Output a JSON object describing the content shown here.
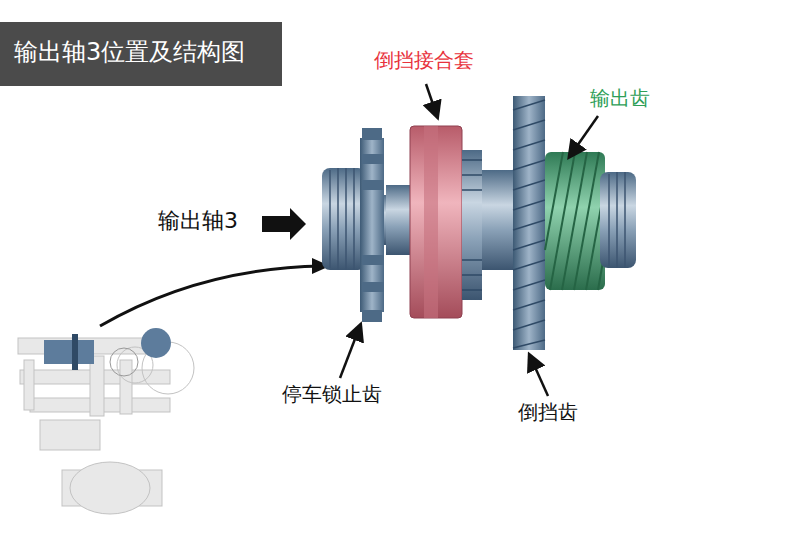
{
  "diagram": {
    "title": "输出轴3位置及结构图",
    "labels": [
      "倒挡接合套",
      "输出齿",
      "输出轴3",
      "停车锁止齿",
      "倒挡齿"
    ]
  }
}
